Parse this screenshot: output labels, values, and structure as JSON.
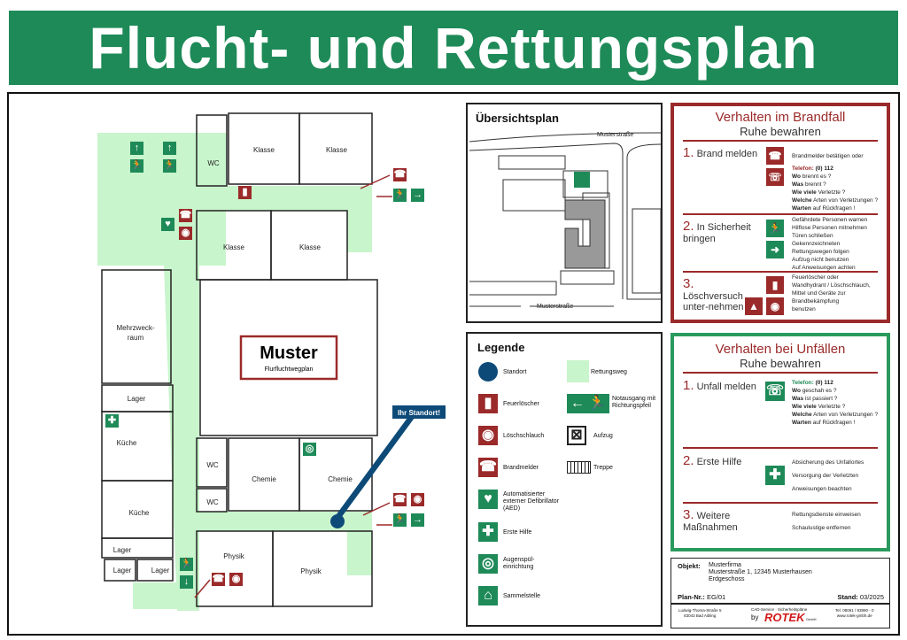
{
  "title": "Flucht- und Rettungsplan",
  "floorplan": {
    "rooms": [
      "Klasse",
      "Klasse",
      "Klasse",
      "Klasse",
      "WC",
      "Mehrzweck-",
      "raum",
      "Lager",
      "Küche",
      "Küche",
      "Lager",
      "Lager",
      "Lager",
      "Chemie",
      "Chemie",
      "WC",
      "WC",
      "Physik",
      "Physik"
    ],
    "stamp_title": "Muster",
    "stamp_sub": "Flurfluchtwegplan",
    "you_are_here": "Ihr Standort!"
  },
  "overview": {
    "title": "Übersichtsplan",
    "street_top": "Musterstraße",
    "street_bottom": "Musterstraße"
  },
  "legend": {
    "title": "Legende",
    "items": [
      "Standort",
      "Rettungsweg",
      "Feuerlöscher",
      "Notausgang mit Richtungspfeil",
      "Löschschlauch",
      "Aufzug",
      "Brandmelder",
      "Treppe",
      "Automatisierter externer Defibrillator (AED)",
      "Erste Hilfe",
      "Augenspül-einrichtung",
      "Sammelstelle"
    ]
  },
  "fire": {
    "title": "Verhalten im Brandfall",
    "subtitle": "Ruhe bewahren",
    "steps": [
      {
        "n": "1.",
        "label": "Brand melden"
      },
      {
        "n": "2.",
        "label": "In Sicherheit bringen"
      },
      {
        "n": "3.",
        "label": "Löschversuch unter-nehmen"
      }
    ],
    "s1": [
      "Brandmelder betätigen oder",
      "Telefon:",
      "(0) 112",
      "Wo",
      "brennt es ?",
      "Was",
      "brennt ?",
      "Wie viele",
      "Verletzte ?",
      "Welche",
      "Arten von Verletzungen ?",
      "Warten",
      "auf Rückfragen !"
    ],
    "s2": [
      "Gefährdete Personen warnen",
      "Hilflose Personen mitnehmen",
      "Türen schließen",
      "Gekennzeichneten",
      "Rettungswegen folgen",
      "Aufzug nicht benutzen",
      "Auf Anweisungen achten"
    ],
    "s3": [
      "Feuerlöscher oder",
      "Wandhydrant / Löschschlauch,",
      "Mittel und Geräte zur",
      "Brandbekämpfung",
      "benutzen"
    ]
  },
  "accident": {
    "title": "Verhalten bei Unfällen",
    "subtitle": "Ruhe bewahren",
    "steps": [
      {
        "n": "1.",
        "label": "Unfall melden"
      },
      {
        "n": "2.",
        "label": "Erste Hilfe"
      },
      {
        "n": "3.",
        "label": "Weitere Maßnahmen"
      }
    ],
    "s1": [
      "Telefon:",
      "(0) 112",
      "Wo",
      "geschah es ?",
      "Was",
      "ist passiert ?",
      "Wie viele",
      "Verletzte ?",
      "Welche",
      "Arten von Verletzungen ?",
      "Warten",
      "auf Rückfragen !"
    ],
    "s2": [
      "Absicherung des Unfallortes",
      "Versorgung der Verletzten",
      "Anweisungen beachten"
    ],
    "s3": [
      "Rettungsdienste einweisen",
      "Schaulustige entfernen"
    ]
  },
  "info": {
    "objekt_label": "Objekt:",
    "objekt": [
      "Musterfirma",
      "Musterstraße 1, 12345 Musterhausen",
      "Erdgeschoss"
    ],
    "plan_label": "Plan-Nr.:",
    "plan": "EG/01",
    "stand_label": "Stand:",
    "stand": "03/2025",
    "footer_left": [
      "Ludwig-Thoma-Straße 5",
      "83043 Bad Aibling"
    ],
    "footer_mid": "CAD-Service · Sicherheitspläne",
    "by": "by",
    "brand": "ROTEK",
    "gmbh": "GmbH",
    "footer_right": [
      "Tel. 08061 / 93890 - 0",
      "www.rotek-gmbh.de"
    ]
  },
  "colors": {
    "green": "#1e8a58",
    "red": "#9b2a2a",
    "route": "#c8f5cc",
    "standort": "#0d4a78"
  }
}
